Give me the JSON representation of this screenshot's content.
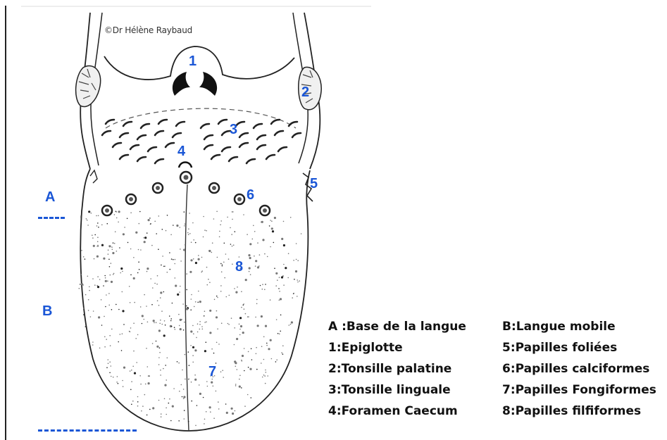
{
  "credit": "©Dr Hélène Raybaud",
  "colors": {
    "marker": "#1a56d6",
    "outline": "#222222",
    "text": "#111111"
  },
  "markers": {
    "n1": "1",
    "n2": "2",
    "n3": "3",
    "n4": "4",
    "n5": "5",
    "n6": "6",
    "n7": "7",
    "n8": "8",
    "A": "A",
    "B": "B"
  },
  "legend": {
    "left": [
      "A :Base de la langue",
      "1:Epiglotte",
      "2:Tonsille palatine",
      "3:Tonsille linguale",
      "4:Foramen Caecum"
    ],
    "right": [
      "B:Langue mobile",
      "5:Papilles foliées",
      "6:Papilles calciformes",
      "7:Papilles Fongiformes",
      "8:Papilles filfiformes"
    ]
  }
}
